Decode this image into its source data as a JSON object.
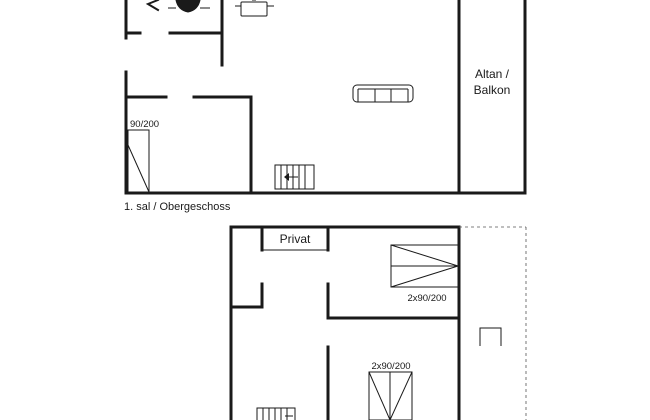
{
  "upper_floor": {
    "caption": "1. sal / Obergeschoss",
    "balcony_line1": "Altan /",
    "balcony_line2": "Balkon",
    "bed_label": "90/200"
  },
  "lower_floor": {
    "privat_label": "Privat",
    "bed_top_label": "2x90/200",
    "bed_bottom_label": "2x90/200"
  },
  "icons": [
    "stove-icon",
    "pot-icon",
    "sofa-icon",
    "stairs-icon",
    "bed-icon"
  ]
}
